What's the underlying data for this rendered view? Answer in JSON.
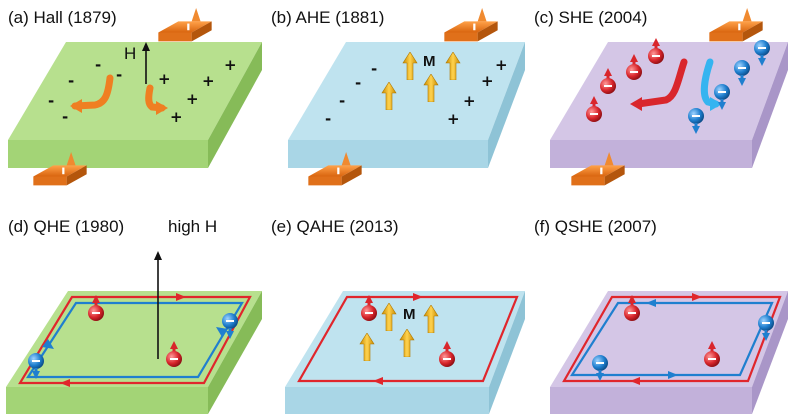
{
  "panels": [
    {
      "id": "a",
      "title": "(a) Hall (1879)",
      "field_label": "H",
      "minus_sign": "-",
      "plus_sign": "+"
    },
    {
      "id": "b",
      "title": "(b) AHE (1881)",
      "magnetization_label": "M",
      "minus_sign": "-",
      "plus_sign": "+"
    },
    {
      "id": "c",
      "title": "(c) SHE (2004)"
    },
    {
      "id": "d",
      "title": "(d) QHE (1980)",
      "field_label": "high H"
    },
    {
      "id": "e",
      "title": "(e) QAHE (2013)",
      "magnetization_label": "M"
    },
    {
      "id": "f",
      "title": "(f) QSHE (2007)"
    }
  ],
  "colors": {
    "hall_slab": "#b7e08e",
    "ahe_slab": "#bfe3ef",
    "she_slab": "#d4c6e6",
    "electrode": "#ef7f22",
    "moment": "#f3b21a",
    "spin_up": "#d9262c",
    "spin_down": "#1f7fcf"
  },
  "icons": [
    "electrode-arrow-icon",
    "spin-up-electron-icon",
    "spin-down-electron-icon",
    "magnetic-moment-arrow-icon"
  ]
}
